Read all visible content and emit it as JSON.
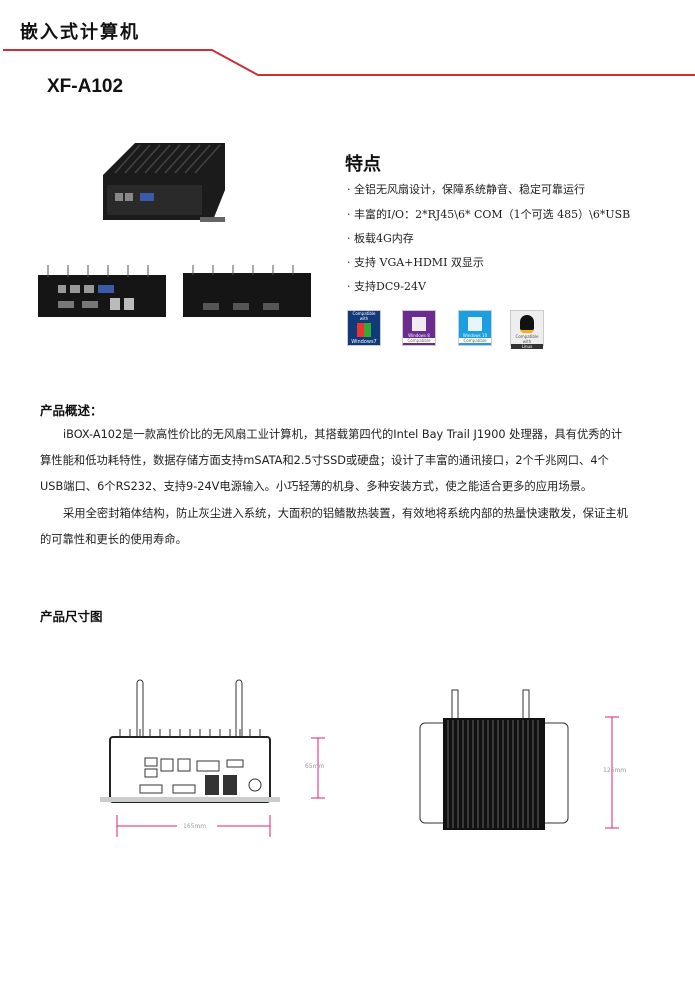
{
  "header": {
    "title": "嵌入式计算机",
    "model": "XF-A102",
    "accent_color": "#c8303a"
  },
  "features": {
    "title": "特点",
    "items": [
      "全铝无风扇设计，保障系统静音、稳定可靠运行",
      "丰富的I/O：2*RJ45\\6* COM（1个可选 485）\\6*USB",
      "板载4G内存",
      "支持 VGA+HDMI 双显示",
      "支持DC9-24V"
    ]
  },
  "os_logos": [
    {
      "name": "windows7-icon",
      "label": "Windows7",
      "top": "Compatible with"
    },
    {
      "name": "windows8-icon",
      "label": "Windows 8",
      "bottom": "Compatible"
    },
    {
      "name": "windows10-icon",
      "label": "Windows 10",
      "bottom": "Compatible"
    },
    {
      "name": "linux-icon",
      "label": "Linux",
      "top": "Compatible with"
    }
  ],
  "overview": {
    "title": "产品概述：",
    "paragraphs": [
      "iBOX-A102是一款高性价比的无风扇工业计算机，其搭载第四代的Intel Bay Trail J1900 处理器，具有优秀的计算性能和低功耗特性，数据存储方面支持mSATA和2.5寸SSD或硬盘；设计了丰富的通讯接口，2个千兆网口、4个USB端口、6个RS232、支持9-24V电源输入。小巧轻薄的机身、多种安装方式，使之能适合更多的应用场景。",
      "采用全密封箱体结构，防止灰尘进入系统，大面积的铝鳍散热装置，有效地将系统内部的热量快速散发，保证主机的可靠性和更长的使用寿命。"
    ]
  },
  "dimensions": {
    "title": "产品尺寸图",
    "width": "165mm",
    "height": "65mm",
    "depth": "125mm"
  }
}
